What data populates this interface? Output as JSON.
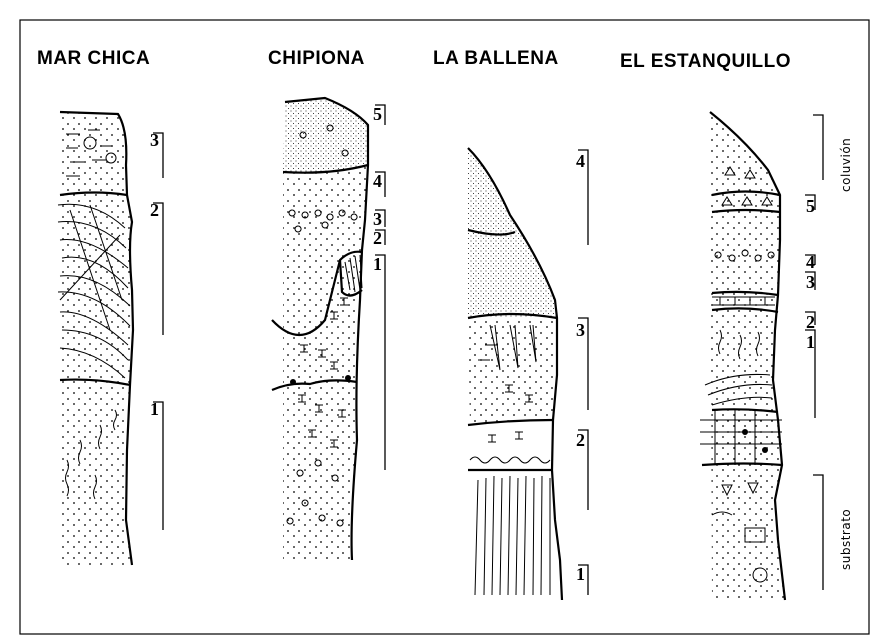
{
  "columns": [
    {
      "id": "mar-chica",
      "title": "MAR CHICA",
      "unit_labels": [
        "3",
        "2",
        "1"
      ]
    },
    {
      "id": "chipiona",
      "title": "CHIPIONA",
      "unit_labels": [
        "5",
        "4",
        "3",
        "2",
        "1"
      ]
    },
    {
      "id": "la-ballena",
      "title": "LA BALLENA",
      "unit_labels": [
        "4",
        "3",
        "2",
        "1"
      ]
    },
    {
      "id": "el-estanquillo",
      "title": "EL ESTANQUILLO",
      "unit_labels": [
        "5",
        "4",
        "3",
        "2",
        "1"
      ],
      "side_labels": [
        "coluvión",
        "substrato"
      ]
    }
  ]
}
